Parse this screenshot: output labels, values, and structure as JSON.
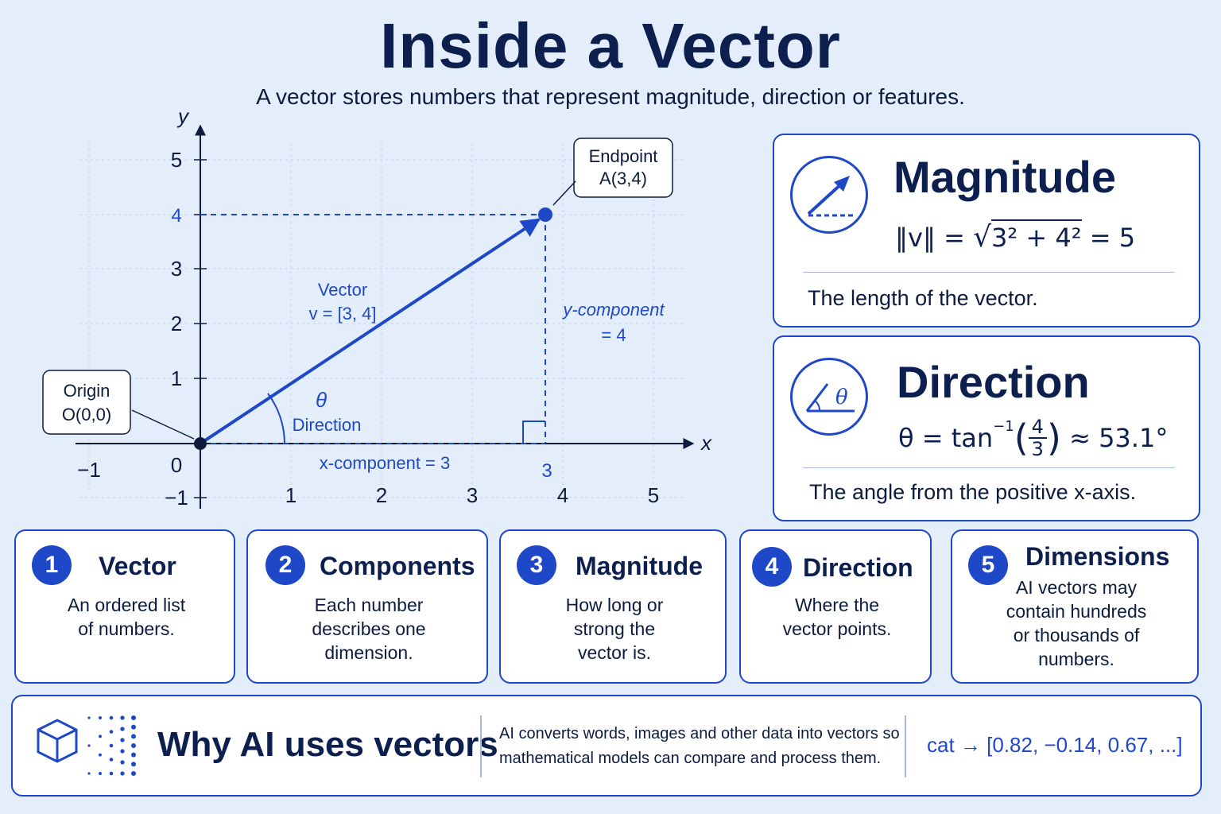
{
  "header": {
    "title": "Inside a Vector",
    "subtitle": "A vector stores numbers that represent magnitude, direction or features."
  },
  "diagram": {
    "x_axis_label": "x",
    "y_axis_label": "y",
    "x_ticks": [
      "−1",
      "0",
      "1",
      "2",
      "3",
      "4",
      "5"
    ],
    "y_ticks": [
      "−1",
      "1",
      "2",
      "3",
      "4",
      "5"
    ],
    "origin_label": [
      "Origin",
      "O(0,0)"
    ],
    "endpoint_label": [
      "Endpoint",
      "A(3,4)"
    ],
    "vector_label": [
      "Vector",
      "v = [3, 4]"
    ],
    "y_component_label": [
      "y-component",
      "= 4"
    ],
    "x_component_label": "x-component = 3",
    "angle_symbol": "θ",
    "angle_label": "Direction",
    "x_marker_value": "3",
    "y_marker_value": "4",
    "vector": {
      "x": 3,
      "y": 4
    },
    "accent_color": "#1f48c8"
  },
  "magnitude_card": {
    "heading": "Magnitude",
    "formula_lhs": "‖v‖ =",
    "formula_radicand": "3² + 4²",
    "formula_rhs": "= 5",
    "description": "The length of the vector.",
    "icon": "vector-arrow-icon"
  },
  "direction_card": {
    "heading": "Direction",
    "formula_lhs": "θ = tan",
    "formula_exp": "−1",
    "formula_num": "4",
    "formula_den": "3",
    "formula_rhs": "≈ 53.1°",
    "description": "The angle from the positive x-axis.",
    "icon": "angle-theta-icon"
  },
  "concepts": [
    {
      "number": "1",
      "title": "Vector",
      "lines": [
        "An ordered list",
        "of numbers."
      ]
    },
    {
      "number": "2",
      "title": "Components",
      "lines": [
        "Each number",
        "describes one",
        "dimension."
      ]
    },
    {
      "number": "3",
      "title": "Magnitude",
      "lines": [
        "How long or",
        "strong the",
        "vector is."
      ]
    },
    {
      "number": "4",
      "title": "Direction",
      "lines": [
        "Where the",
        "vector points."
      ]
    },
    {
      "number": "5",
      "title": "Dimensions",
      "lines": [
        "AI vectors may",
        "contain hundreds",
        "or thousands of",
        "numbers."
      ]
    }
  ],
  "bottom": {
    "title": "Why AI uses vectors",
    "text_lines": [
      "AI converts words, images and other data into vectors so",
      "mathematical models can compare and process them."
    ],
    "example": "cat → [0.82, −0.14, 0.67, ...]",
    "icon": "cube-dots-icon"
  }
}
